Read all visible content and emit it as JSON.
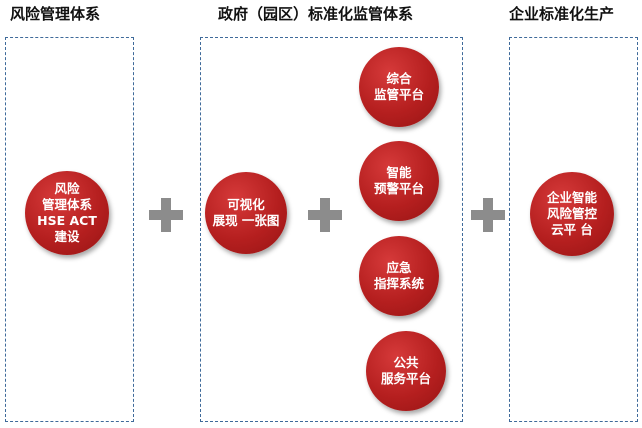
{
  "titles": {
    "left": "风险管理体系",
    "middle": "政府（园区）标准化监管体系",
    "right": "企业标准化生产"
  },
  "nodes": {
    "risk": [
      "风险",
      "管理体系",
      "HSE ACT",
      "建设"
    ],
    "visual": [
      "可视化",
      "展现 一张图"
    ],
    "comprehensive": [
      "综合",
      "监管平台"
    ],
    "warning": [
      "智能",
      "预警平台"
    ],
    "emergency": [
      "应急",
      "指挥系统"
    ],
    "public": [
      "公共",
      "服务平台"
    ],
    "cloud": [
      "企业智能",
      "风险管控",
      "云平 台"
    ]
  },
  "colors": {
    "circle": "#b51f1f",
    "plus": "#8c8c8c",
    "panel_border": "#3f6a9a"
  },
  "icons": {
    "plus": "plus-icon"
  }
}
